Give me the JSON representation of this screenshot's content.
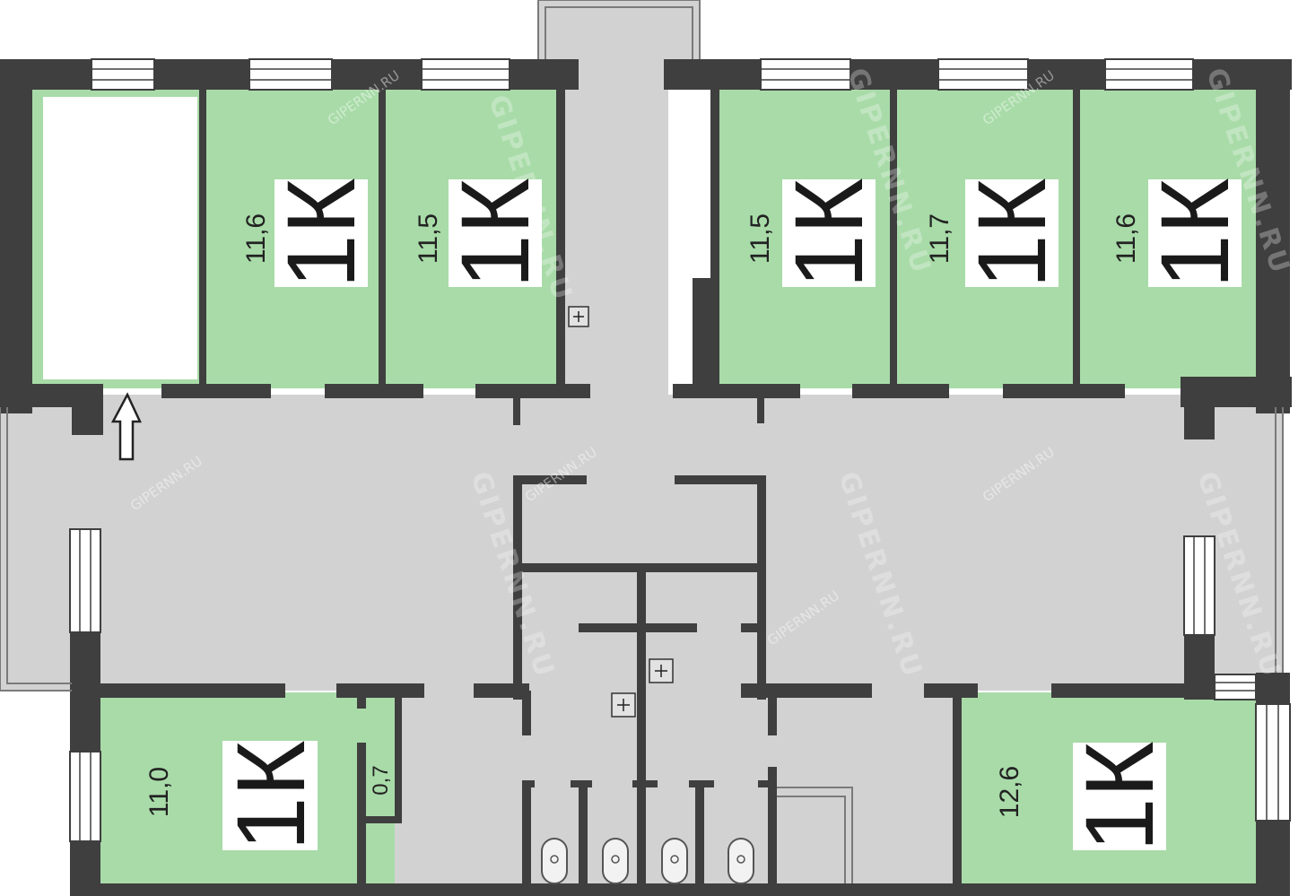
{
  "rooms": [
    {
      "area": "11,6",
      "label": "1К"
    },
    {
      "area": "11,5",
      "label": "1К"
    },
    {
      "area": "11,5",
      "label": "1К"
    },
    {
      "area": "11,7",
      "label": "1К"
    },
    {
      "area": "11,6",
      "label": "1К"
    },
    {
      "area": "11,0",
      "label": "1К"
    },
    {
      "area": "12,6",
      "label": "1К"
    }
  ],
  "closet_area": "0,7",
  "watermark": {
    "large": "GIPERNN.RU",
    "small": "GIPERNN.RU"
  },
  "icons": {
    "entrance_arrow": "arrow-up-icon",
    "riser": "plus-box-icon",
    "toilet": "toilet-icon"
  },
  "colors": {
    "room_fill": "#a8dba8",
    "corridor_fill": "#d2d2d2",
    "wall": "#3f3f3f"
  }
}
